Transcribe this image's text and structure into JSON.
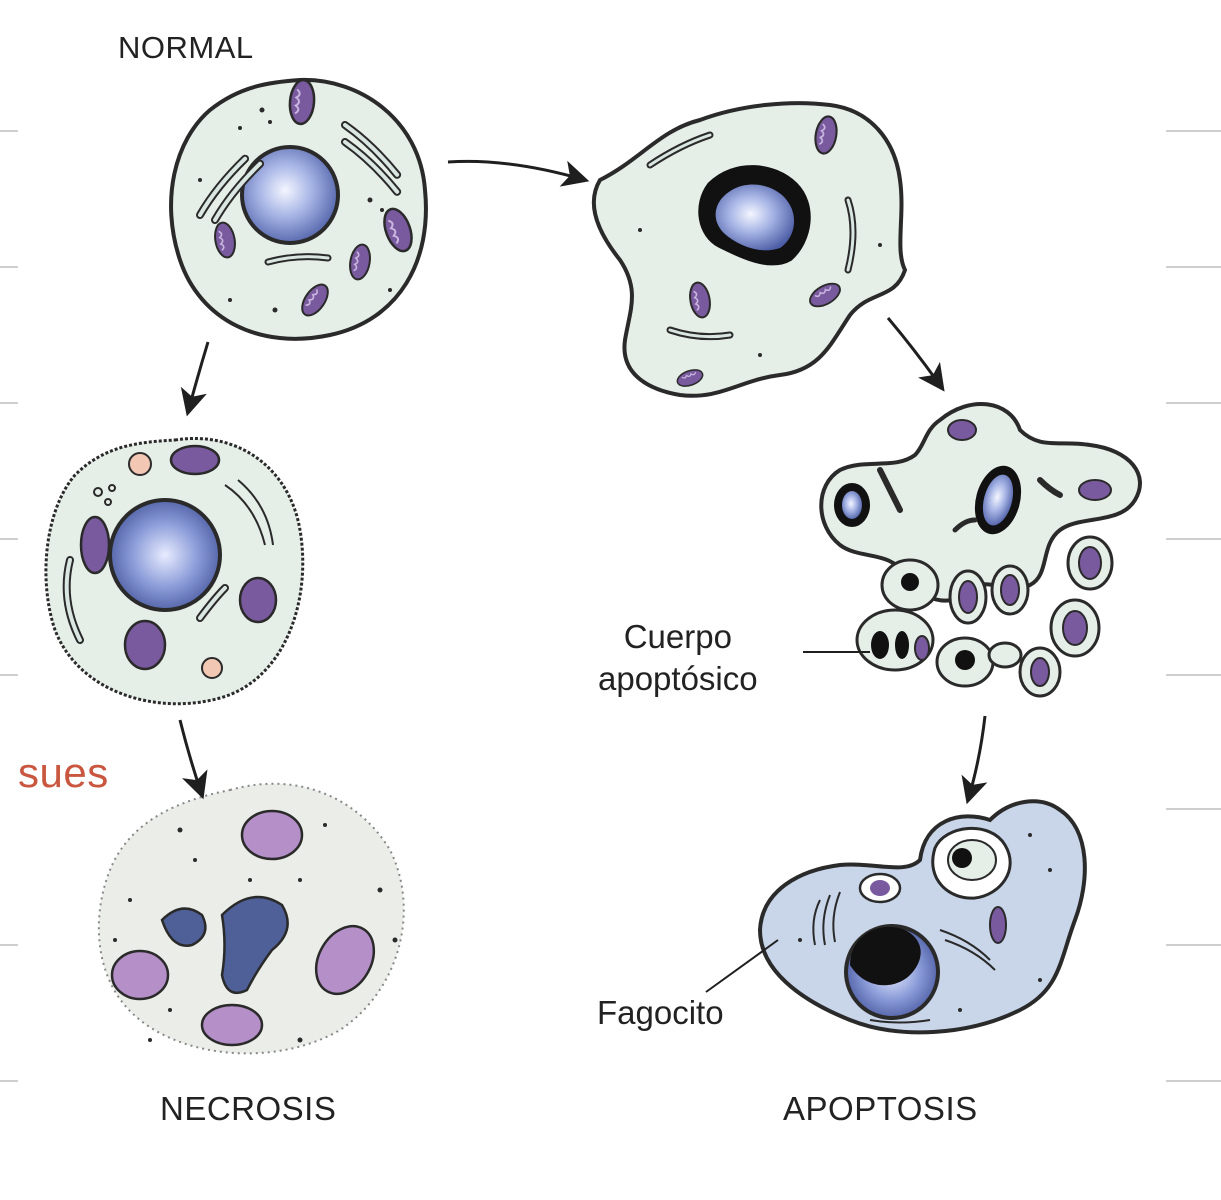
{
  "labels": {
    "normal": "NORMAL",
    "necrosis": "NECROSIS",
    "apoptosis": "APOPTOSIS",
    "cuerpo_line1": "Cuerpo",
    "cuerpo_line2": "apoptósico",
    "fagocito": "Fagocito",
    "clipped_text": "sues"
  },
  "colors": {
    "cytoplasm": "#e6eee8",
    "nucleus": "#7d8fcf",
    "mitochondria": "#7a5a9e",
    "necrosis_mito": "#b58fc8",
    "phagocyte": "#c9d6ea",
    "outline": "#2a2a2a",
    "accent_text": "#c9563f"
  }
}
